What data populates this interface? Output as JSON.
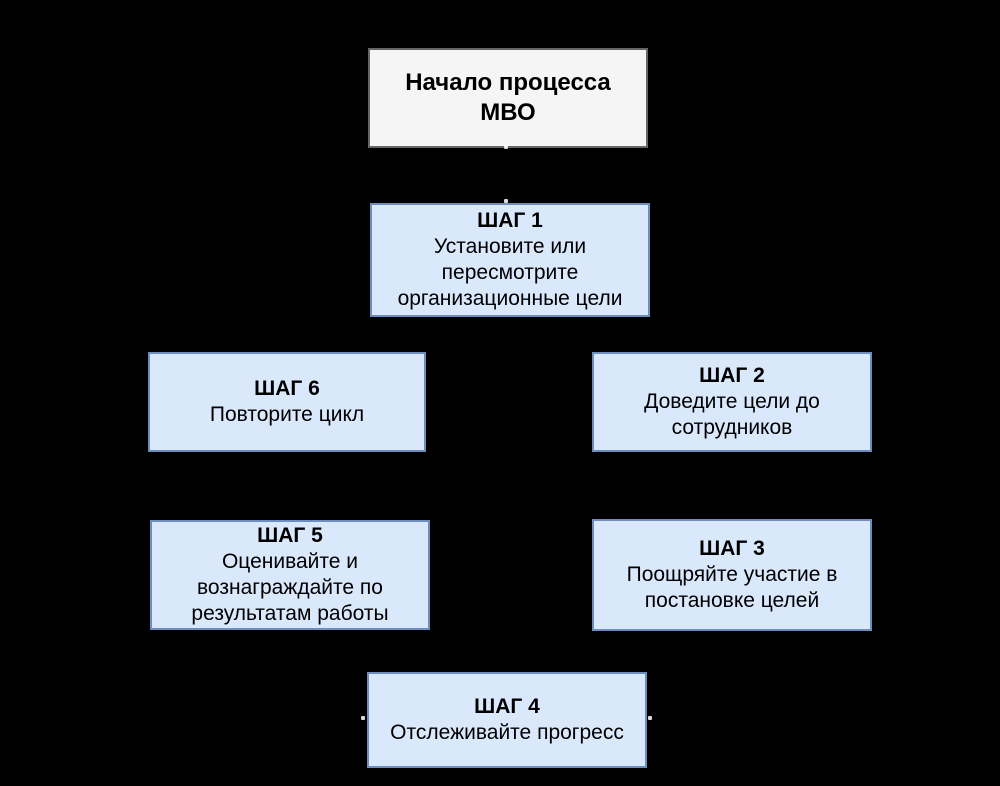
{
  "diagram": {
    "background_color": "#000000",
    "colors": {
      "start_fill": "#f5f5f5",
      "start_border": "#666666",
      "step_fill": "#dae8fc",
      "step_border": "#6c8ebf",
      "text": "#000000"
    },
    "start": {
      "title_lines": [
        "Начало процесса",
        "МВО"
      ]
    },
    "steps": [
      {
        "label": "ШАГ 1",
        "lines": [
          "Установите или",
          "пересмотрите",
          "организационные цели"
        ]
      },
      {
        "label": "ШАГ 2",
        "lines": [
          "Доведите цели до",
          "сотрудников"
        ]
      },
      {
        "label": "ШАГ 3",
        "lines": [
          "Поощряйте участие в",
          "постановке целей"
        ]
      },
      {
        "label": "ШАГ 4",
        "lines": [
          "Отслеживайте прогресс"
        ]
      },
      {
        "label": "ШАГ 5",
        "lines": [
          "Оценивайте и",
          "вознаграждайте по",
          "результатам работы"
        ]
      },
      {
        "label": "ШАГ 6",
        "lines": [
          "Повторите цикл"
        ]
      }
    ]
  }
}
